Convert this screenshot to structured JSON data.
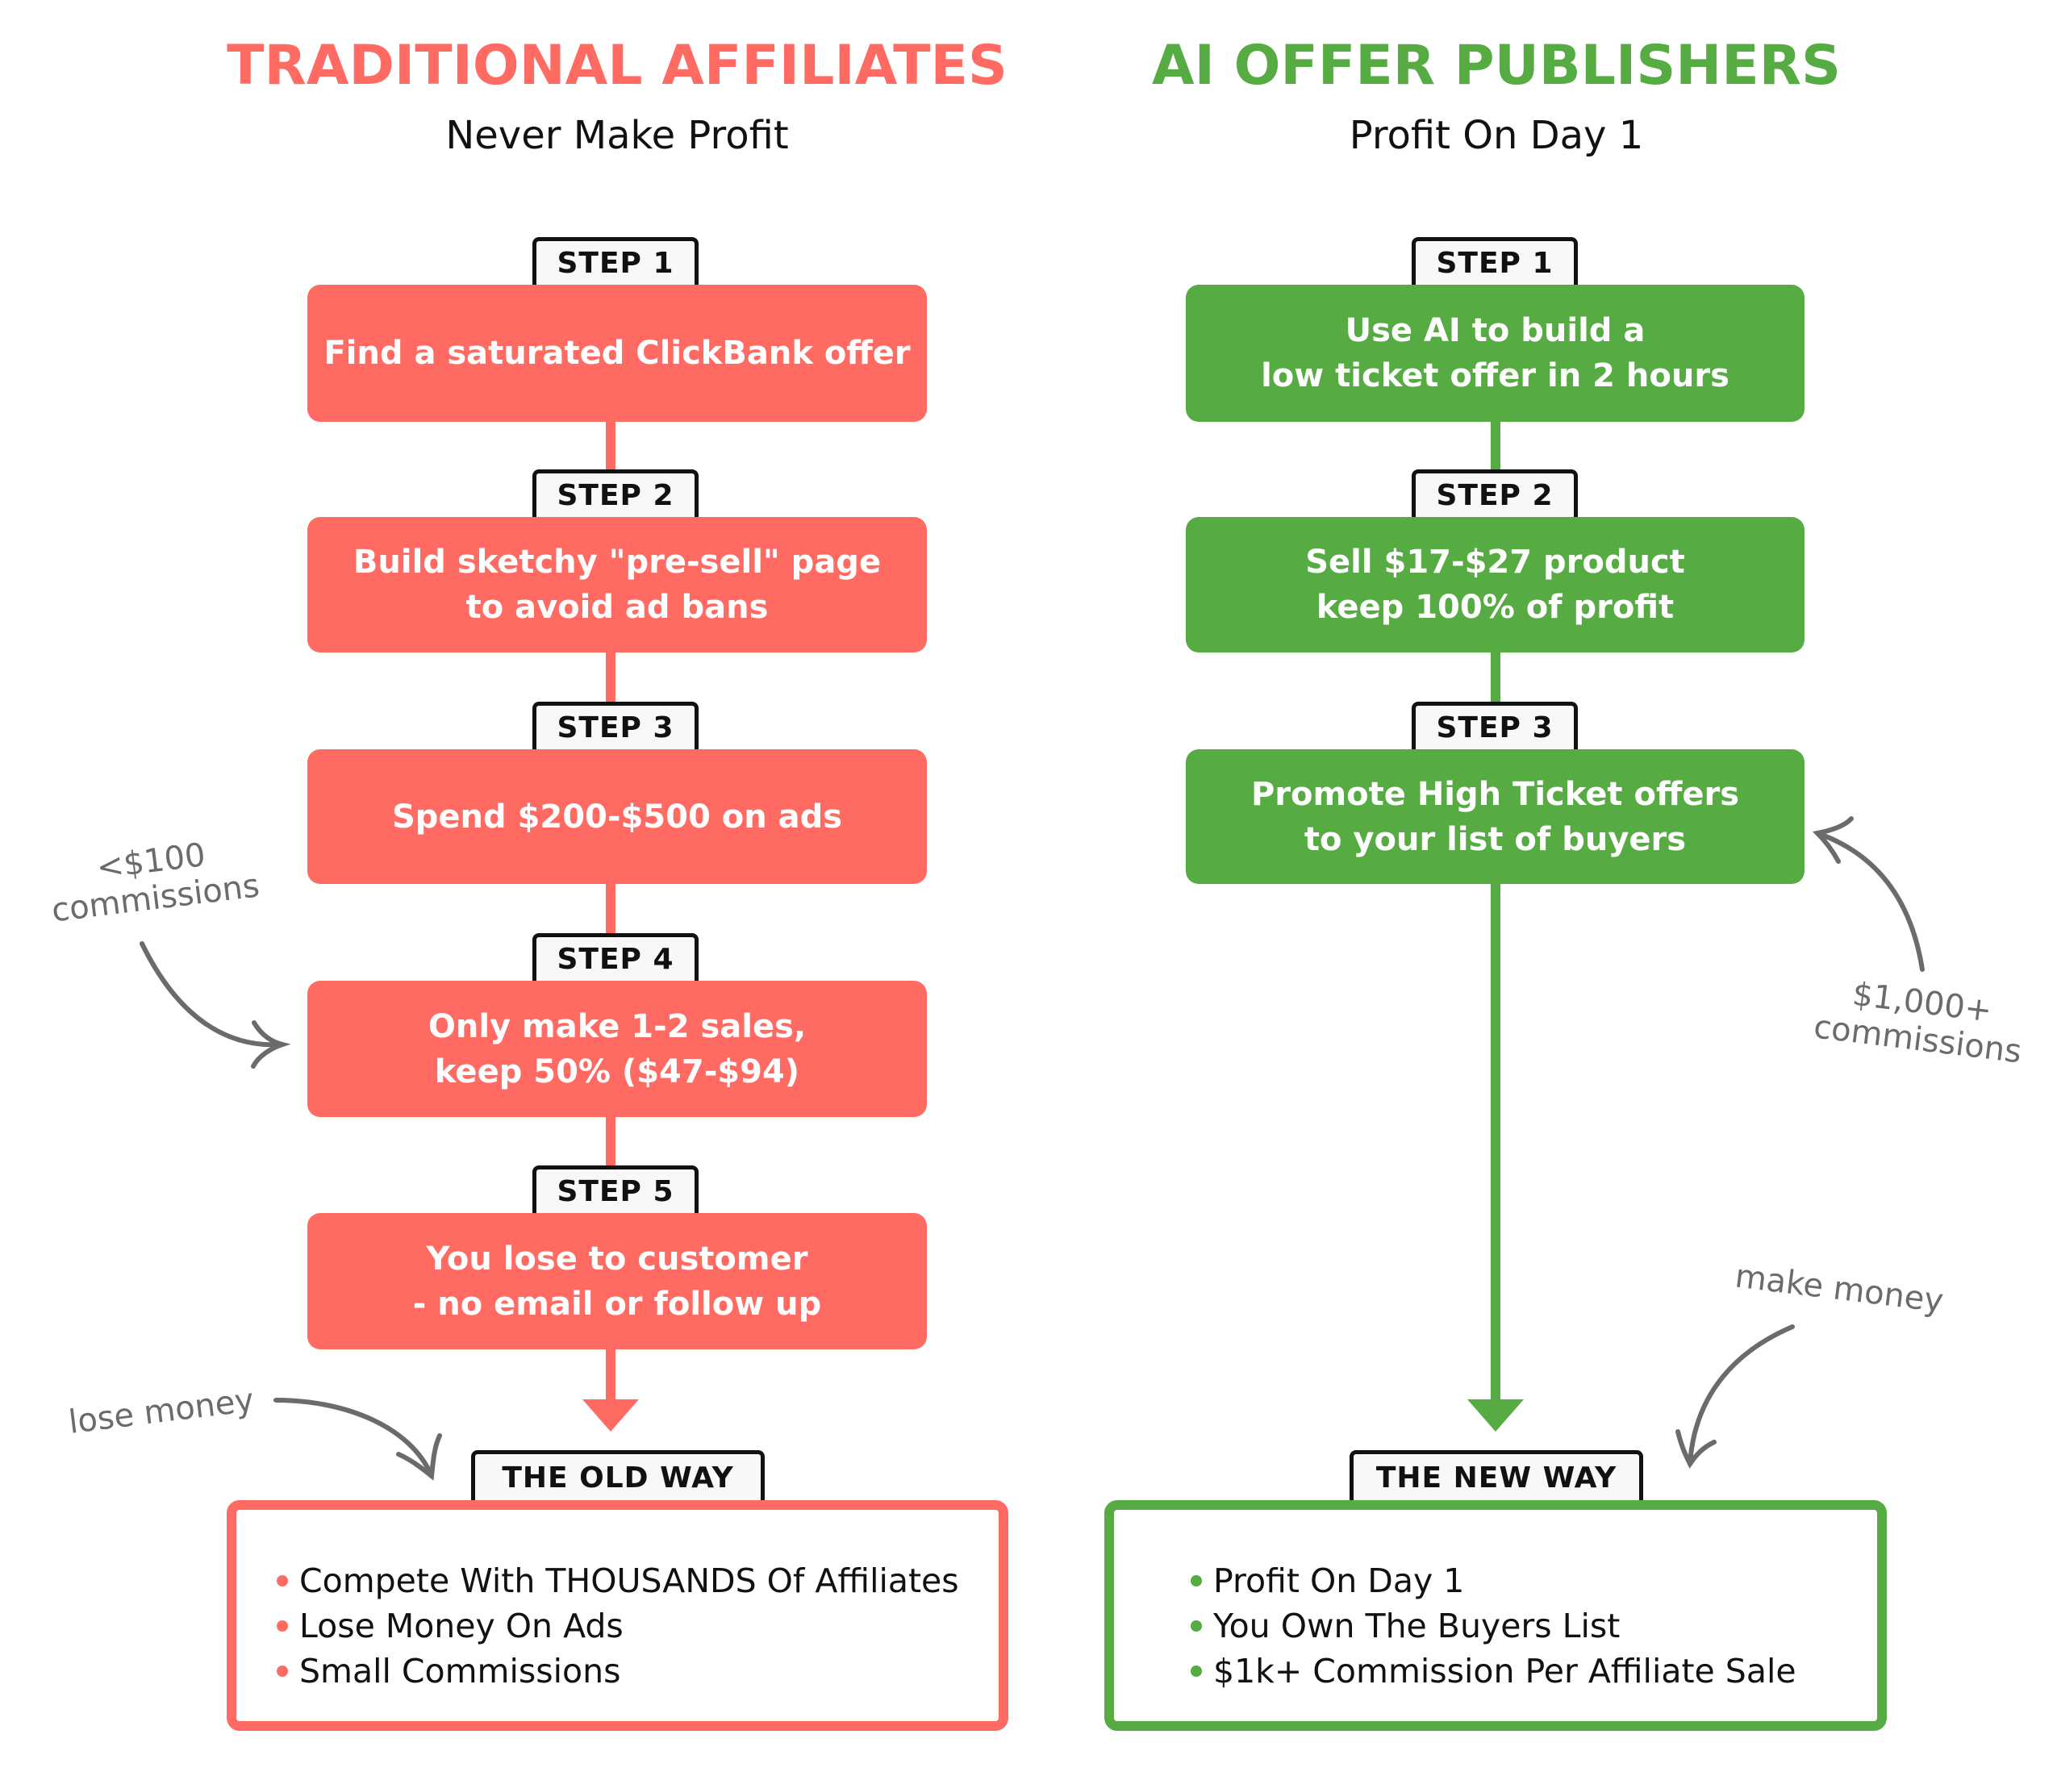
{
  "left": {
    "title": "TRADITIONAL AFFILIATES",
    "subtitle": "Never Make Profit",
    "accent": "#ff6b63",
    "steps": [
      {
        "label": "STEP 1",
        "text": "Find a saturated ClickBank offer"
      },
      {
        "label": "STEP 2",
        "text": "Build sketchy \"pre-sell\" page\nto avoid ad bans"
      },
      {
        "label": "STEP 3",
        "text": "Spend $200-$500 on ads"
      },
      {
        "label": "STEP 4",
        "text": "Only make 1-2 sales,\nkeep 50% ($47-$94)"
      },
      {
        "label": "STEP 5",
        "text": "You lose to customer\n- no email or follow up"
      }
    ],
    "result_label": "THE OLD WAY",
    "result_items": [
      "Compete With THOUSANDS Of Affiliates",
      "Lose Money On Ads",
      "Small Commissions"
    ],
    "notes": {
      "commissions": "<$100\ncommissions",
      "outcome": "lose money"
    }
  },
  "right": {
    "title": "AI OFFER PUBLISHERS",
    "subtitle": "Profit On Day 1",
    "accent": "#56ab43",
    "steps": [
      {
        "label": "STEP 1",
        "text": "Use AI to build a\nlow ticket offer in 2 hours"
      },
      {
        "label": "STEP 2",
        "text": "Sell $17-$27 product\nkeep 100% of profit"
      },
      {
        "label": "STEP 3",
        "text": "Promote High Ticket offers\nto your list of buyers"
      }
    ],
    "result_label": "THE NEW WAY",
    "result_items": [
      "Profit On Day 1",
      "You Own The Buyers List",
      "$1k+ Commission Per Affiliate Sale"
    ],
    "notes": {
      "commissions": "$1,000+\ncommissions",
      "outcome": "make money"
    }
  },
  "annotation_color": "#6b6b6b"
}
